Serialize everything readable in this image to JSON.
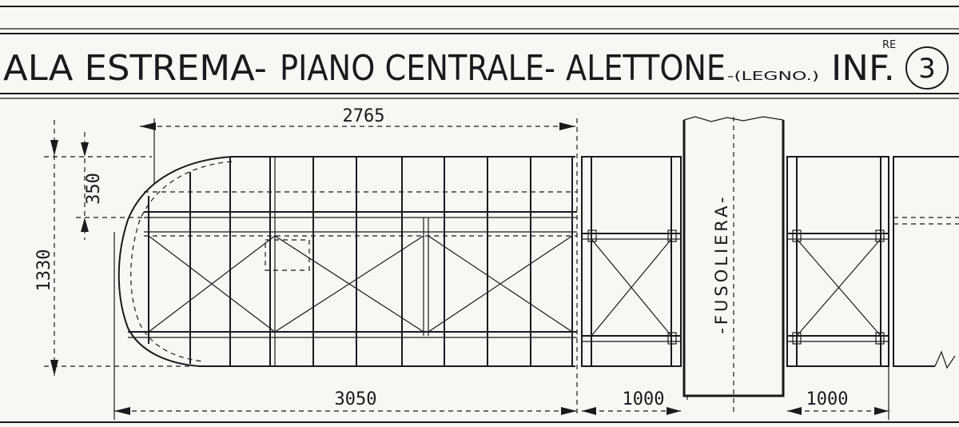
{
  "title": {
    "part1": "ALA ESTREMA-",
    "part2": "PIANO CENTRALE-",
    "part3": "ALETTONE",
    "material": "-(LEGNO.)",
    "position": "INF.",
    "superscript": "RE",
    "sheet_number": "3"
  },
  "dimensions": {
    "span_top": "2765",
    "depth_front": "350",
    "chord": "1330",
    "span_bottom": "3050",
    "center_bay_left": "1000",
    "center_bay_right": "1000"
  },
  "labels": {
    "fuselage": "-FUSOLIERA-"
  }
}
